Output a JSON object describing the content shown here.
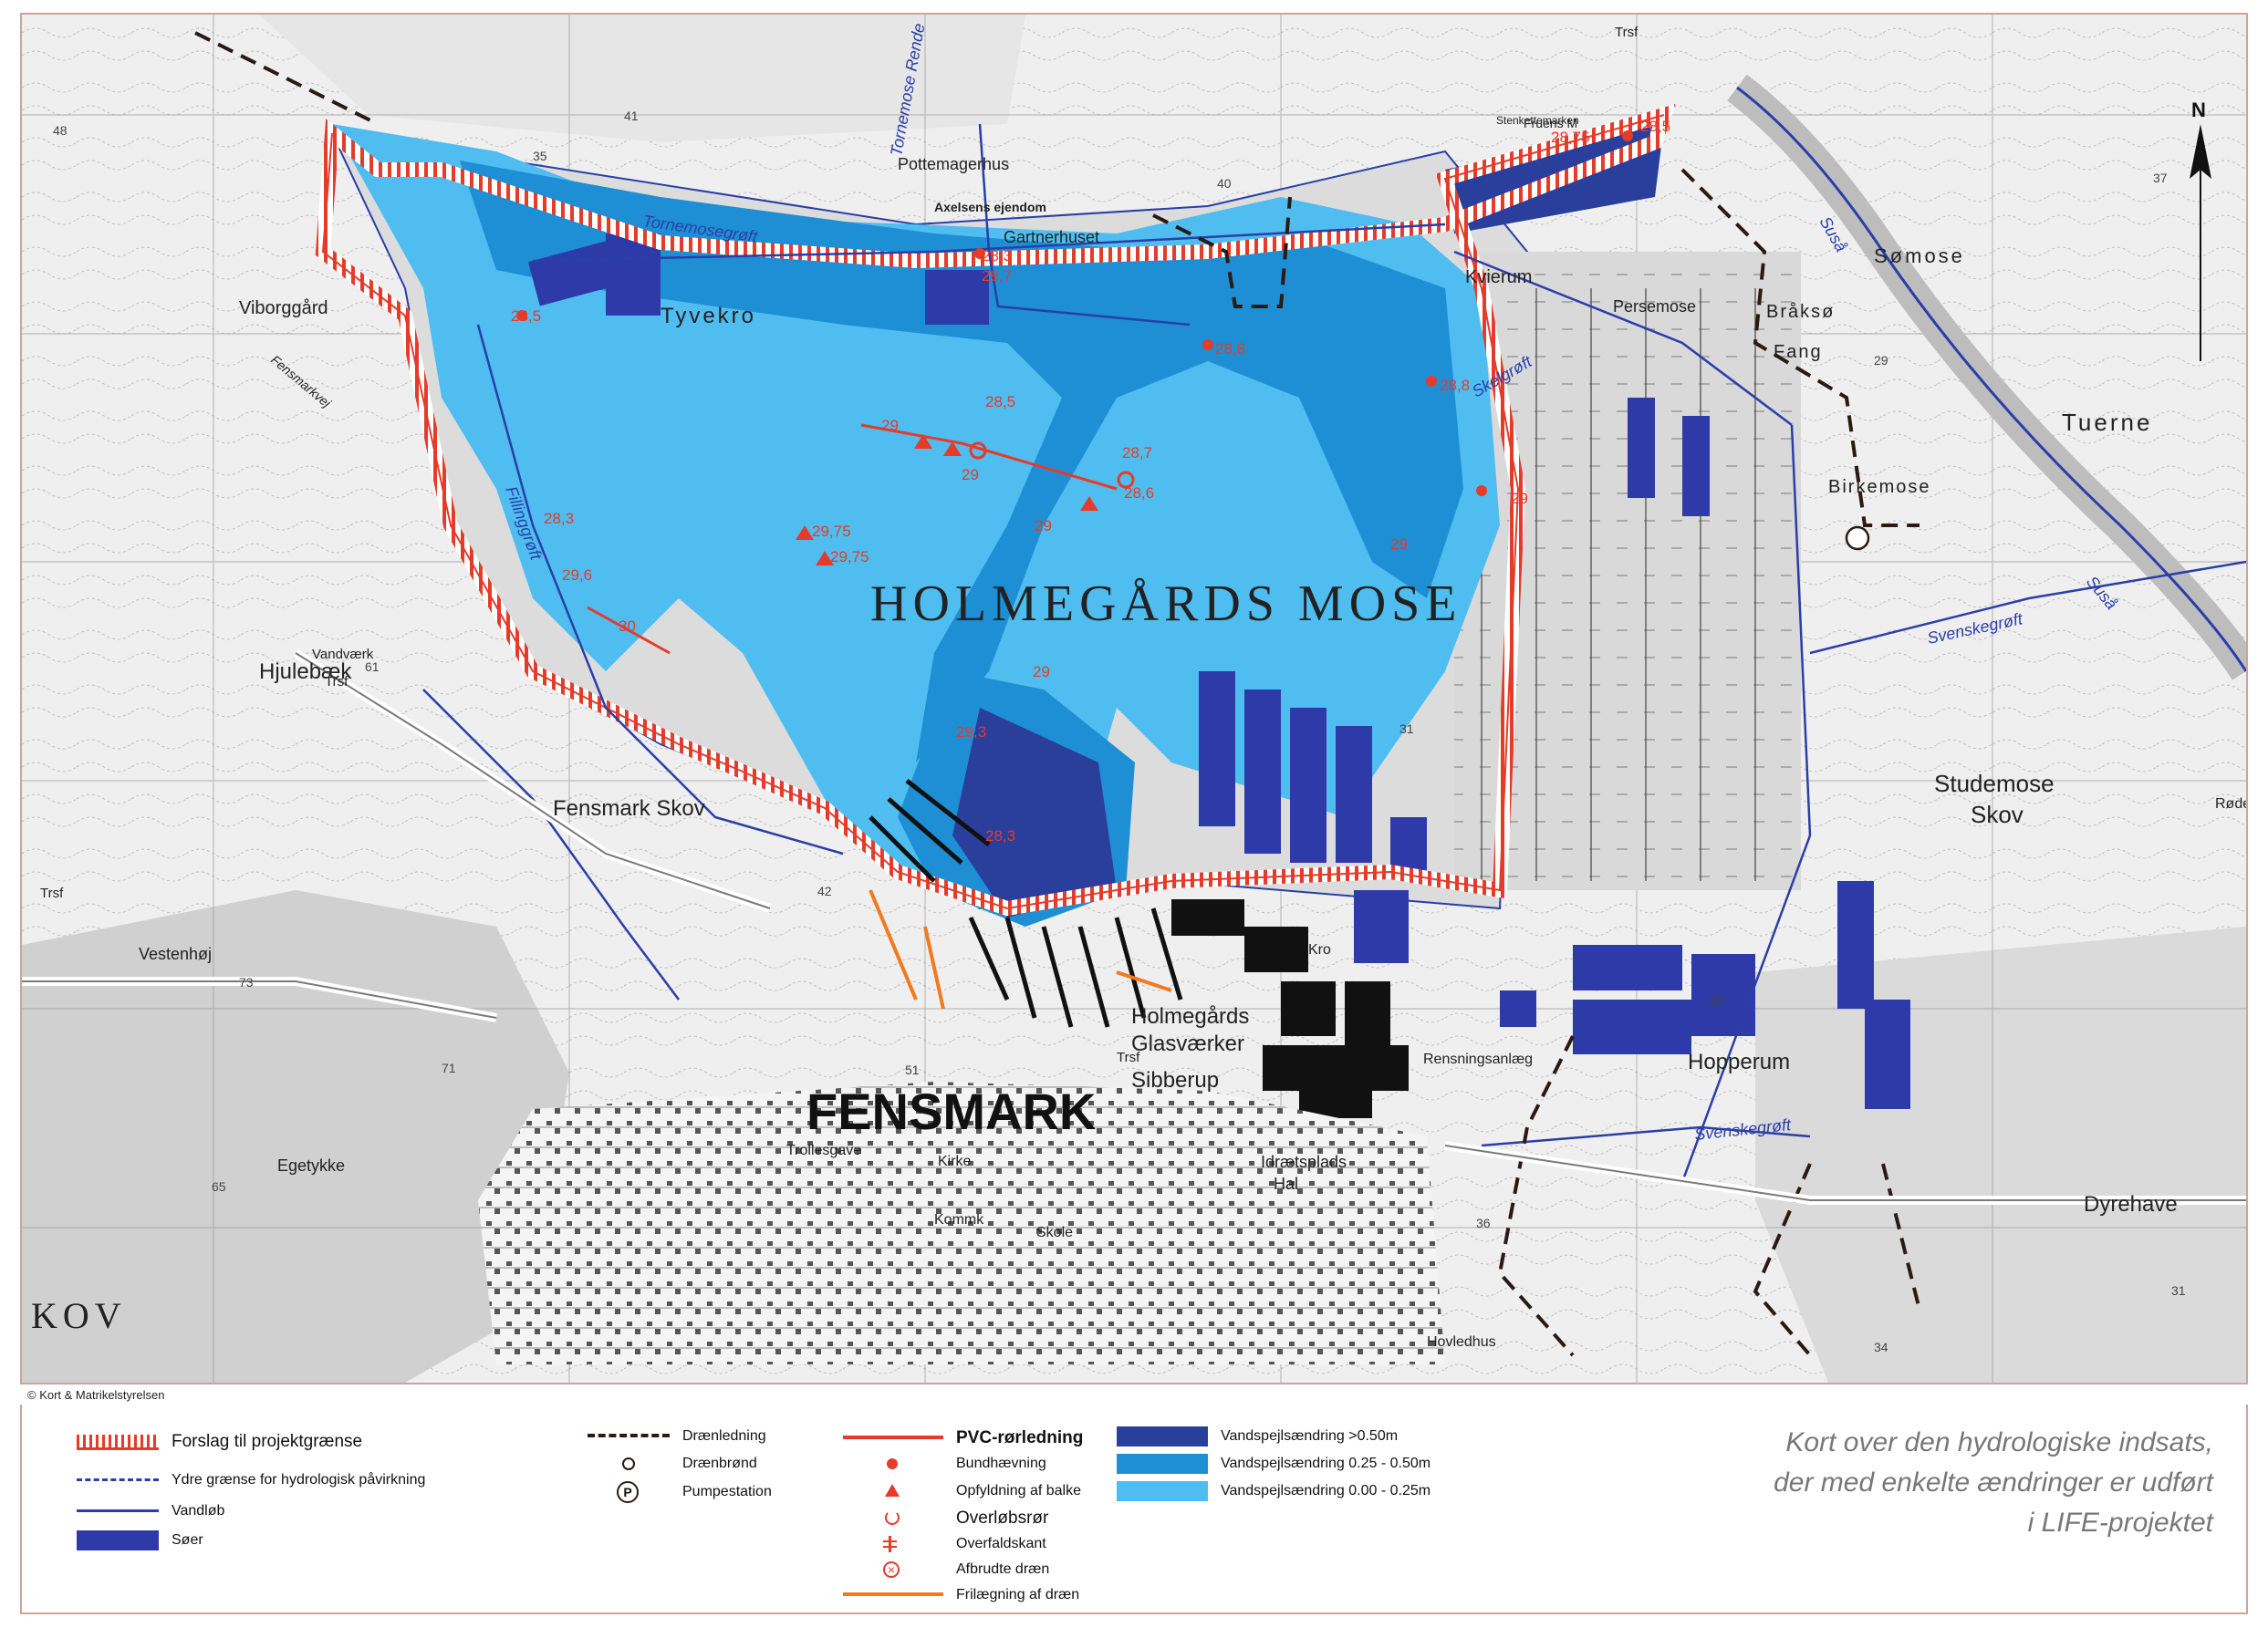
{
  "map": {
    "place_labels": {
      "holmegaards_mose": "HOLMEGÅRDS MOSE",
      "fensmark": "FENSMARK",
      "tyvekro": "Tyvekro",
      "viborggard": "Viborggård",
      "hjulebaek": "Hjulebæk",
      "vandvaerk": "Vandværk",
      "trsf_1": "Trsf",
      "trsf_2": "Trsf",
      "trsf_3": "Trsf",
      "trsf_4": "Trsf",
      "fensmark_skov": "Fensmark Skov",
      "vestenhoj": "Vestenhøj",
      "egetykke": "Egetykke",
      "kov": "KOV",
      "pottemagerhus": "Pottemagerhus",
      "gartnerhuset": "Gartnerhuset",
      "axelsens_ejendom": "Axelsens ejendom",
      "stenkettemarken": "Stenkettemarken",
      "fruens": "Fruens M",
      "kvierum": "Kvierum",
      "persemose": "Persemose",
      "braksoe": "Bråksø",
      "fang": "Fang",
      "somose": "Sømose",
      "tuerne": "Tuerne",
      "birkemose": "Birkemose",
      "studemose": "Studemose",
      "skov": "Skov",
      "rodel": "Rødel",
      "hopperum": "Hopperum",
      "dyrehave": "Dyrehave",
      "holmegaards_glasvaerker_1": "Holmegårds",
      "holmegaards_glasvaerker_2": "Glasværker",
      "sibberup": "Sibberup",
      "kro": "Kro",
      "rensningsanlaeg": "Rensningsanlæg",
      "idraetsplads": "Idrætsplads",
      "hal": "Hal",
      "trollesgave": "Trollesgave",
      "kirke": "Kirke",
      "kommk": "Kommk",
      "skole": "Skole",
      "hovledhus": "Hovledhus",
      "fensmarkvej": "Fensmarkvej"
    },
    "water_labels": {
      "tornemosegroft": "Tornemosegrøft",
      "tornemose_rende": "Tornemose Rende",
      "skelgroft": "Skelgrøft",
      "svenskegroft_1": "Svenskegrøft",
      "svenskegroft_2": "Svenskegrøft",
      "susaa_1": "Suså",
      "susaa_2": "Suså",
      "fillinggroft": "Fillinggrøft"
    },
    "elevation_labels": [
      "28,5",
      "28,3",
      "28,7",
      "28,8",
      "28,8",
      "28,5",
      "28,7",
      "28,6",
      "29",
      "29",
      "29",
      "29",
      "29",
      "29,75",
      "29,75",
      "28,3",
      "29,6",
      "30",
      "29,3",
      "28,3",
      "28,75",
      "28,5",
      "29"
    ],
    "contour_numbers": [
      "48",
      "41",
      "35",
      "40",
      "37",
      "29",
      "31",
      "42",
      "73",
      "71",
      "51",
      "65",
      "36",
      "34",
      "31",
      "29",
      "61"
    ],
    "north_label": "N",
    "colors": {
      "deep": "#2a3e9c",
      "mid": "#1e8fd4",
      "light": "#4fbdf0",
      "lake": "#2e3aa8",
      "boundary": "#e53b2a",
      "drain": "#2b1a14",
      "stream": "#2a3ea8",
      "orange": "#f07a1e"
    }
  },
  "copyright": "© Kort & Matrikelstyrelsen",
  "legend": {
    "projektgraense": "Forslag til projektgrænse",
    "ydre_graense": "Ydre grænse for hydrologisk påvirkning",
    "vandlob": "Vandløb",
    "soer": "Søer",
    "draenledning": "Drænledning",
    "draenbrond": "Drænbrønd",
    "pumpestation": "Pumpestation",
    "pvc": "PVC-rørledning",
    "bundhaevning": "Bundhævning",
    "opfyldning": "Opfyldning af balke",
    "overlobsror": "Overløbsrør",
    "overfaldskant": "Overfaldskant",
    "afbrudte_draen": "Afbrudte dræn",
    "frilaegning": "Frilægning af dræn",
    "vs_high": "Vandspejlsændring >0.50m",
    "vs_mid": "Vandspejlsændring 0.25 - 0.50m",
    "vs_low": "Vandspejlsændring 0.00 - 0.25m"
  },
  "caption": {
    "line1": "Kort over den hydrologiske indsats,",
    "line2": "der med enkelte ændringer er udført",
    "line3": "i LIFE-projektet"
  }
}
